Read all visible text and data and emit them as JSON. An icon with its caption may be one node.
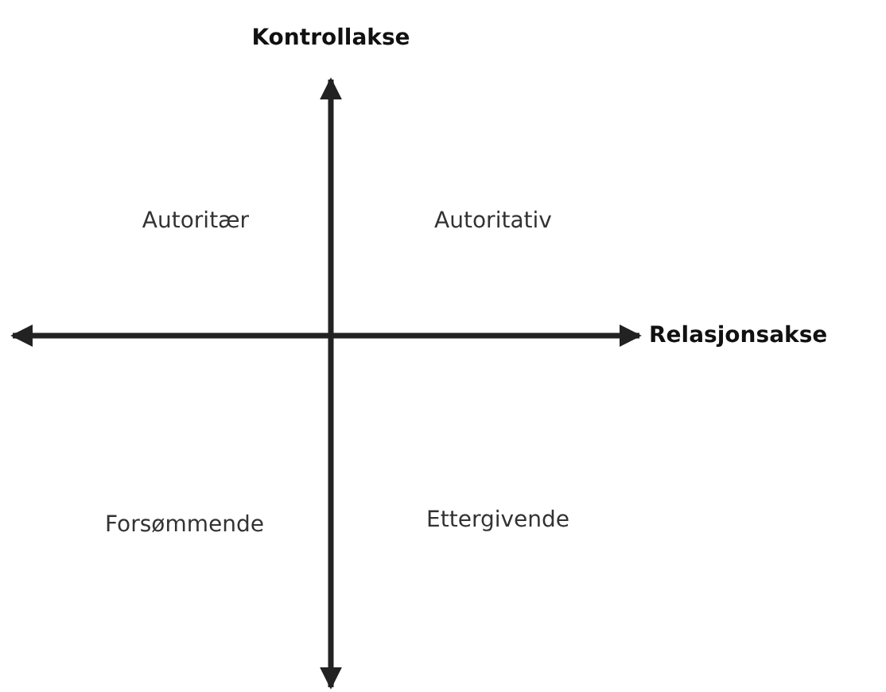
{
  "diagram": {
    "labels": [
      "Kontrollakse",
      "Autoritær",
      "Autoritativ",
      "Relasjonsakse",
      "Forsømmende",
      "Ettergivende"
    ]
  }
}
